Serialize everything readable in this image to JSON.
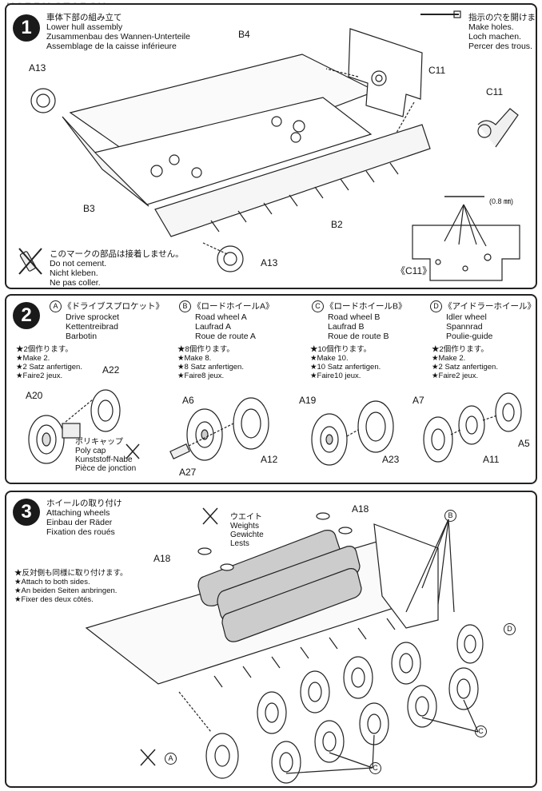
{
  "watermark": "HOBBY SEARCH",
  "step1": {
    "num": "1",
    "title_jp": "車体下部の組み立て",
    "title_en": "Lower hull assembly",
    "title_de": "Zusammenbau des Wannen-Unterteile",
    "title_fr": "Assemblage de la caisse inférieure",
    "holes_jp": "指示の穴を開けます。",
    "holes_en": "Make holes.",
    "holes_de": "Loch machen.",
    "holes_fr": "Percer des trous.",
    "drill_size": "(0.8 ㎜)",
    "nocement_jp": "このマークの部品は接着しません。",
    "nocement_en": "Do not cement.",
    "nocement_de": "Nicht kleben.",
    "nocement_fr": "Ne pas coller.",
    "labels": {
      "b4": "B4",
      "a13_top": "A13",
      "a13_bot": "A13",
      "b3": "B3",
      "b2": "B2",
      "c11": "C11",
      "c11_side": "C11",
      "c11_box": "《C11》"
    }
  },
  "step2": {
    "num": "2",
    "parts": [
      {
        "letter": "A",
        "jp": "《ドライブスプロケット》",
        "en": "Drive sprocket",
        "de": "Kettentreibrad",
        "fr": "Barbotin",
        "q_jp": "★2個作ります。",
        "q_en": "★Make 2.",
        "q_de": "★2 Satz anfertigen.",
        "q_fr": "★Faire2 jeux."
      },
      {
        "letter": "B",
        "jp": "《ロードホイールA》",
        "en": "Road wheel A",
        "de": "Laufrad A",
        "fr": "Roue de route A",
        "q_jp": "★8個作ります。",
        "q_en": "★Make 8.",
        "q_de": "★8 Satz anfertigen.",
        "q_fr": "★Faire8 jeux."
      },
      {
        "letter": "C",
        "jp": "《ロードホイールB》",
        "en": "Road wheel B",
        "de": "Laufrad B",
        "fr": "Roue de route B",
        "q_jp": "★10個作ります。",
        "q_en": "★Make 10.",
        "q_de": "★10 Satz anfertigen.",
        "q_fr": "★Faire10 jeux."
      },
      {
        "letter": "D",
        "jp": "《アイドラーホイール》",
        "en": "Idler wheel",
        "de": "Spannrad",
        "fr": "Poulie-guide",
        "q_jp": "★2個作ります。",
        "q_en": "★Make 2.",
        "q_de": "★2 Satz anfertigen.",
        "q_fr": "★Faire2 jeux."
      }
    ],
    "polycap_jp": "ポリキャップ",
    "polycap_en": "Poly cap",
    "polycap_de": "Kunststoff-Nabe",
    "polycap_fr": "Pièce de jonction",
    "labels": {
      "a22": "A22",
      "a20": "A20",
      "a6": "A6",
      "a12": "A12",
      "a27": "A27",
      "a19": "A19",
      "a23": "A23",
      "a7": "A7",
      "a11": "A11",
      "a5": "A5"
    }
  },
  "step3": {
    "num": "3",
    "title_jp": "ホイールの取り付け",
    "title_en": "Attaching wheels",
    "title_de": "Einbau der Räder",
    "title_fr": "Fixation des roués",
    "both_jp": "★反対側も同様に取り付けます。",
    "both_en": "★Attach to both sides.",
    "both_de": "★An beiden Seiten anbringen.",
    "both_fr": "★Fixer des deux côtés.",
    "weights_jp": "ウエイト",
    "weights_en": "Weights",
    "weights_de": "Gewichte",
    "weights_fr": "Lests",
    "labels": {
      "a18_top": "A18",
      "a18_left": "A18",
      "b": "B",
      "d": "D",
      "c_right": "C",
      "c_bottom": "C",
      "a": "A"
    }
  }
}
